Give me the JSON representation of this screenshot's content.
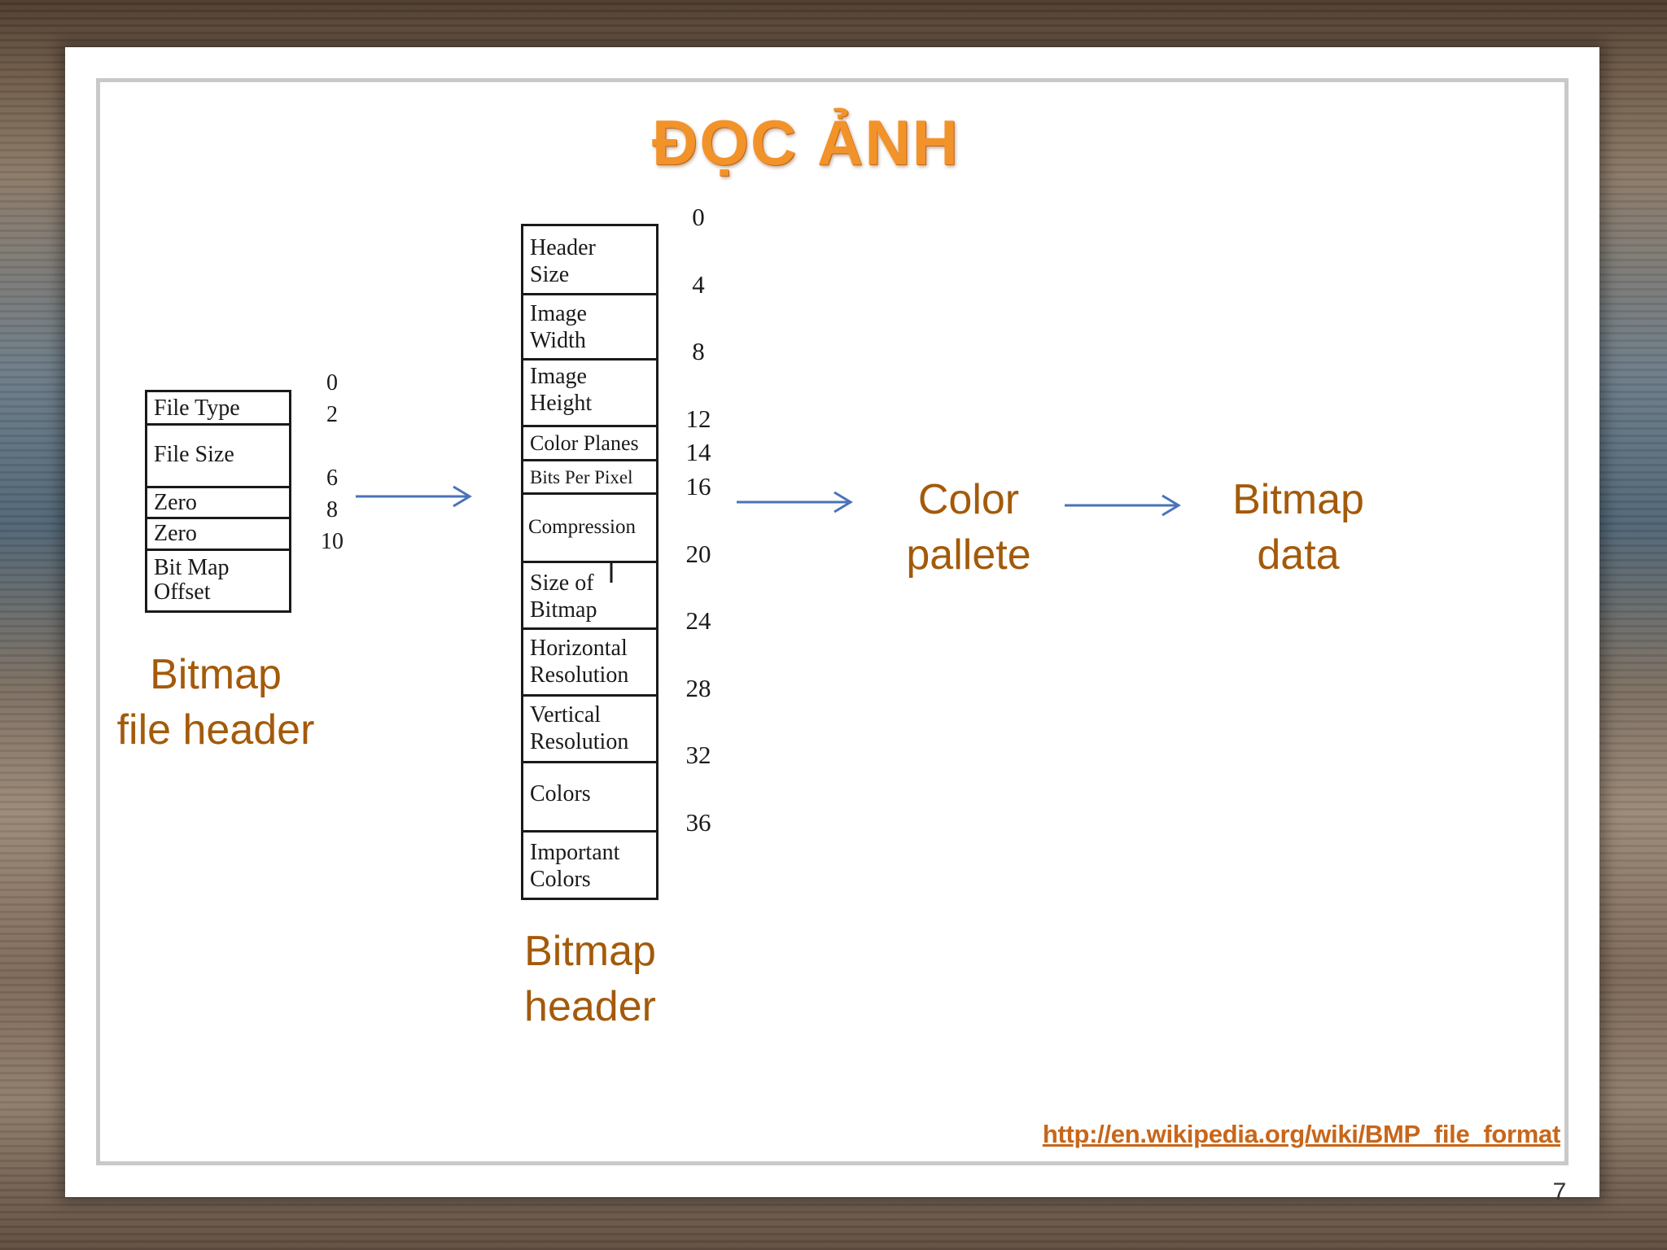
{
  "slide": {
    "title": "ĐỌC ẢNH",
    "number": "7",
    "source_link": "http://en.wikipedia.org/wiki/BMP_file_format"
  },
  "file_header": {
    "fields": [
      "File Type",
      "File Size",
      "Zero",
      "Zero",
      "Bit Map\nOffset"
    ],
    "offsets": [
      "0",
      "2",
      "6",
      "8",
      "10"
    ],
    "caption": "Bitmap\nfile header"
  },
  "bitmap_header": {
    "fields": [
      "Header\nSize",
      "Image\nWidth",
      "Image\nHeight",
      "Color Planes",
      "Bits Per Pixel",
      "Compression",
      "Size of\nBitmap",
      "Horizontal\nResolution",
      "Vertical\nResolution",
      "Colors",
      "Important\nColors"
    ],
    "offsets": [
      "0",
      "4",
      "8",
      "12",
      "14",
      "16",
      "20",
      "24",
      "28",
      "32",
      "36"
    ],
    "caption": "Bitmap\nheader"
  },
  "color_palette": {
    "label": "Color\npallete"
  },
  "bitmap_data": {
    "label": "Bitmap\ndata"
  },
  "colors": {
    "accent_orange": "#f2932a",
    "caption_brown": "#a35a0a",
    "link_orange": "#c8661a",
    "arrow_blue": "#4a72b8"
  }
}
